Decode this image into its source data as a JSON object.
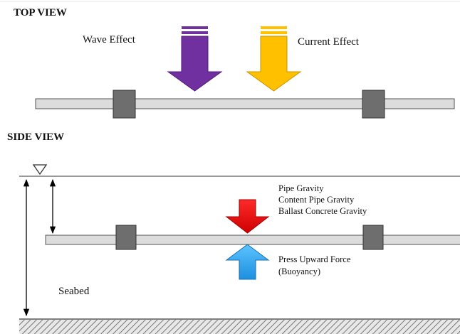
{
  "top_view": {
    "heading": "TOP VIEW",
    "wave_label": "Wave Effect",
    "current_label": "Current Effect"
  },
  "side_view": {
    "heading": "SIDE VIEW",
    "forces_down": [
      "Pipe Gravity",
      "Content Pipe Gravity",
      "Ballast Concrete Gravity"
    ],
    "force_up_line1": "Press Upward Force",
    "force_up_line2": "(Buoyancy)",
    "seabed_label": "Seabed"
  },
  "colors": {
    "wave_arrow": "#7030a0",
    "current_arrow": "#ffc000",
    "down_arrow": "#ff0000",
    "up_arrow": "#2fa8f0",
    "pipe_fill": "#dcdcdc",
    "anchor_block": "#6e6e6e"
  },
  "icons": {
    "water_surface": "inverted-triangle-marker"
  }
}
